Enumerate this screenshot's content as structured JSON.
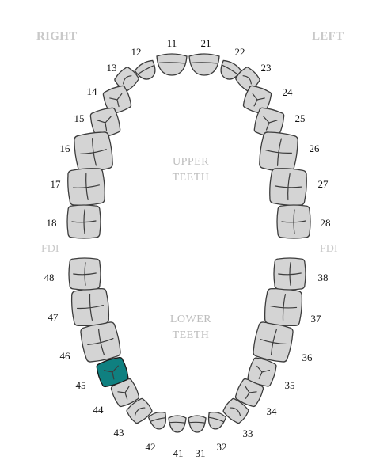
{
  "labels": {
    "right": "RIGHT",
    "left": "LEFT",
    "fdi_left": "FDI",
    "fdi_right": "FDI",
    "upper_line1": "UPPER",
    "upper_line2": "TEETH",
    "lower_line1": "LOWER",
    "lower_line2": "TEETH"
  },
  "colors": {
    "tooth_fill": "#d4d4d4",
    "tooth_stroke": "#3c3c3c",
    "selected_fill": "#0f8080",
    "label_gray": "#c9c9c9"
  },
  "selected_tooth": "45",
  "teeth": [
    {
      "id": "11",
      "type": "incisor"
    },
    {
      "id": "12",
      "type": "incisor"
    },
    {
      "id": "13",
      "type": "canine"
    },
    {
      "id": "14",
      "type": "premolar"
    },
    {
      "id": "15",
      "type": "premolar"
    },
    {
      "id": "16",
      "type": "molar"
    },
    {
      "id": "17",
      "type": "molar"
    },
    {
      "id": "18",
      "type": "molar"
    },
    {
      "id": "21",
      "type": "incisor"
    },
    {
      "id": "22",
      "type": "incisor"
    },
    {
      "id": "23",
      "type": "canine"
    },
    {
      "id": "24",
      "type": "premolar"
    },
    {
      "id": "25",
      "type": "premolar"
    },
    {
      "id": "26",
      "type": "molar"
    },
    {
      "id": "27",
      "type": "molar"
    },
    {
      "id": "28",
      "type": "molar"
    },
    {
      "id": "31",
      "type": "incisor"
    },
    {
      "id": "32",
      "type": "incisor"
    },
    {
      "id": "33",
      "type": "canine"
    },
    {
      "id": "34",
      "type": "premolar"
    },
    {
      "id": "35",
      "type": "premolar"
    },
    {
      "id": "36",
      "type": "molar"
    },
    {
      "id": "37",
      "type": "molar"
    },
    {
      "id": "38",
      "type": "molar"
    },
    {
      "id": "41",
      "type": "incisor"
    },
    {
      "id": "42",
      "type": "incisor"
    },
    {
      "id": "43",
      "type": "canine"
    },
    {
      "id": "44",
      "type": "premolar"
    },
    {
      "id": "45",
      "type": "premolar"
    },
    {
      "id": "46",
      "type": "molar"
    },
    {
      "id": "47",
      "type": "molar"
    },
    {
      "id": "48",
      "type": "molar"
    }
  ]
}
